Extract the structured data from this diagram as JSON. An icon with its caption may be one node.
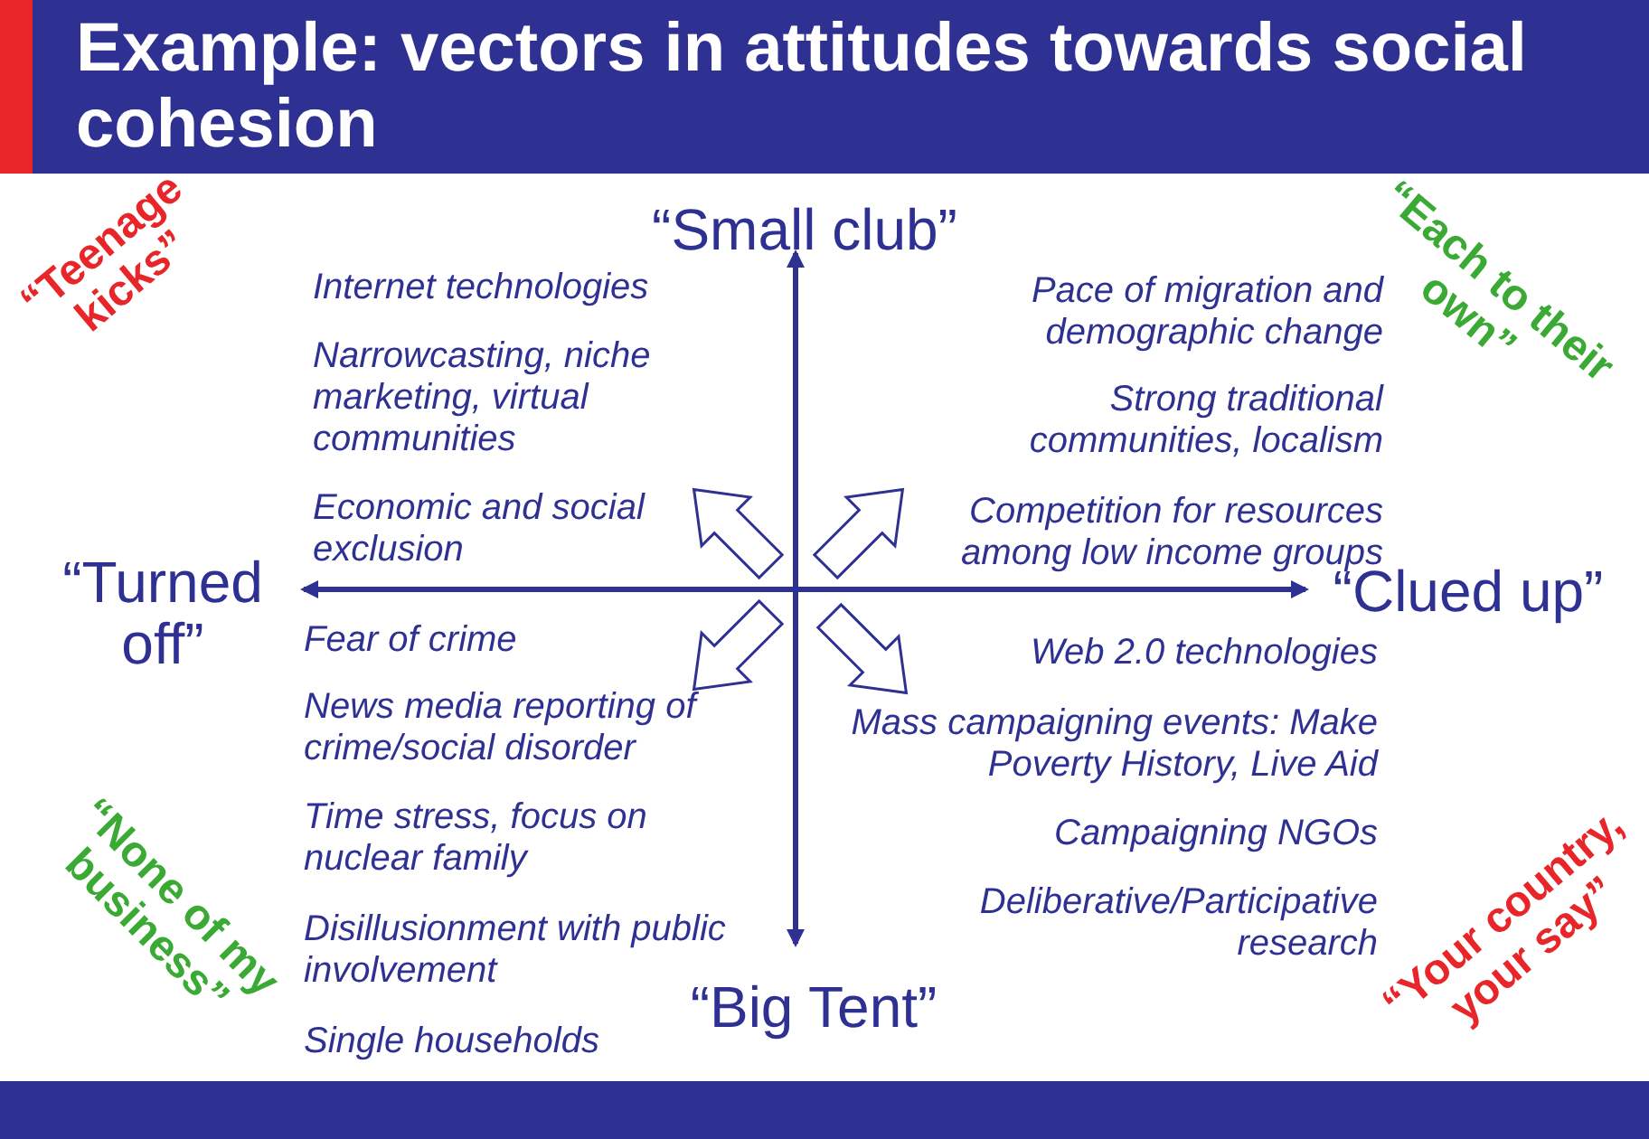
{
  "diagram": {
    "title": "Example: vectors in attitudes towards social cohesion",
    "labels": [
      "“Small club”",
      "“Big Tent”",
      "“Turned off”",
      "“Clued up”",
      "“Teenage kicks”",
      "“Each to their own”",
      "“None of my business”",
      "“Your country, your say”",
      "Internet technologies",
      "Narrowcasting, niche marketing, virtual communities",
      "Economic and social exclusion",
      "Pace of migration and demographic change",
      "Strong traditional communities, localism",
      "Competition for resources among low income groups",
      "Fear of crime",
      "News media reporting of crime/social disorder",
      "Time stress, focus on nuclear family",
      "Disillusionment with public involvement",
      "Single households",
      "Web 2.0 technologies",
      "Mass campaigning events: Make Poverty History, Live Aid",
      "Campaigning NGOs",
      "Deliberative/Participative research"
    ]
  }
}
